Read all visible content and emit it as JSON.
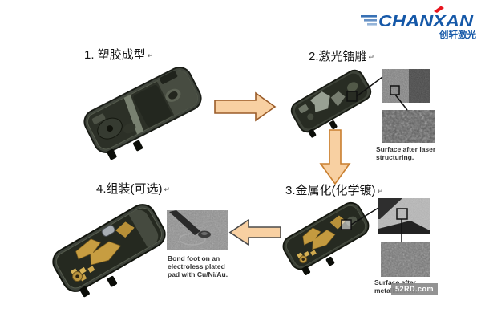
{
  "logo": {
    "brand": "CHANXAN",
    "subtitle": "创轩激光",
    "brand_color": "#1558a8",
    "accent_color": "#e8141e"
  },
  "paragraph_mark": "↵",
  "steps": {
    "step1": {
      "label": "1. 塑胶成型"
    },
    "step2": {
      "label": "2.激光镭雕",
      "caption": "Surface after laser structuring."
    },
    "step3": {
      "label": "3.金属化(化学镀)",
      "caption": "Surface after metallization."
    },
    "step4": {
      "label": "4.组装(可选)",
      "caption": "Bond foot on an electroless plated pad with Cu/Ni/Au."
    }
  },
  "watermark": "52RD.com",
  "colors": {
    "arrow_fill": "#f8d0a2",
    "arrow_stroke_right": "#9a5b28",
    "arrow_stroke_down": "#c97f2f",
    "arrow_stroke_left": "#4a4a4a"
  }
}
